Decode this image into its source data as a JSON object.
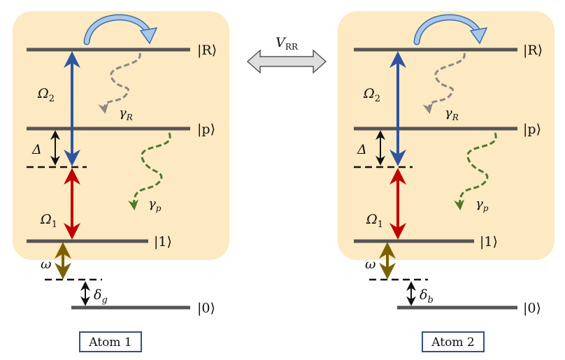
{
  "interaction": {
    "label": "V",
    "subscript": "RR"
  },
  "atoms": [
    {
      "name": "Atom 1",
      "levels": {
        "rydberg": "|R⟩",
        "intermediate": "|p⟩",
        "ground1": "|1⟩",
        "ground0": "|0⟩"
      },
      "labels": {
        "omega2": "Ω",
        "omega2_sub": "2",
        "omega1": "Ω",
        "omega1_sub": "1",
        "delta": "Δ",
        "gammaR": "γ",
        "gammaR_sub": "R",
        "gammaP": "γ",
        "gammaP_sub": "p",
        "omega": "ω",
        "detuning": "δ",
        "detuning_sub": "g"
      }
    },
    {
      "name": "Atom 2",
      "levels": {
        "rydberg": "|R⟩",
        "intermediate": "|p⟩",
        "ground1": "|1⟩",
        "ground0": "|0⟩"
      },
      "labels": {
        "omega2": "Ω",
        "omega2_sub": "2",
        "omega1": "Ω",
        "omega1_sub": "1",
        "delta": "Δ",
        "gammaR": "γ",
        "gammaR_sub": "R",
        "gammaP": "γ",
        "gammaP_sub": "p",
        "omega": "ω",
        "detuning": "δ",
        "detuning_sub": "b"
      }
    }
  ],
  "colors": {
    "panel": "#fde9c2",
    "level_line": "#555555",
    "omega2_arrow": "#2f55a0",
    "omega1_arrow": "#c00000",
    "omega_arrow": "#7a6200",
    "decay_R": "#888888",
    "decay_p": "#4e7a2c",
    "interaction_arrow": "#dedede",
    "label_border": "#2f4f8f",
    "loop_arrow": "#a9c7ea"
  }
}
